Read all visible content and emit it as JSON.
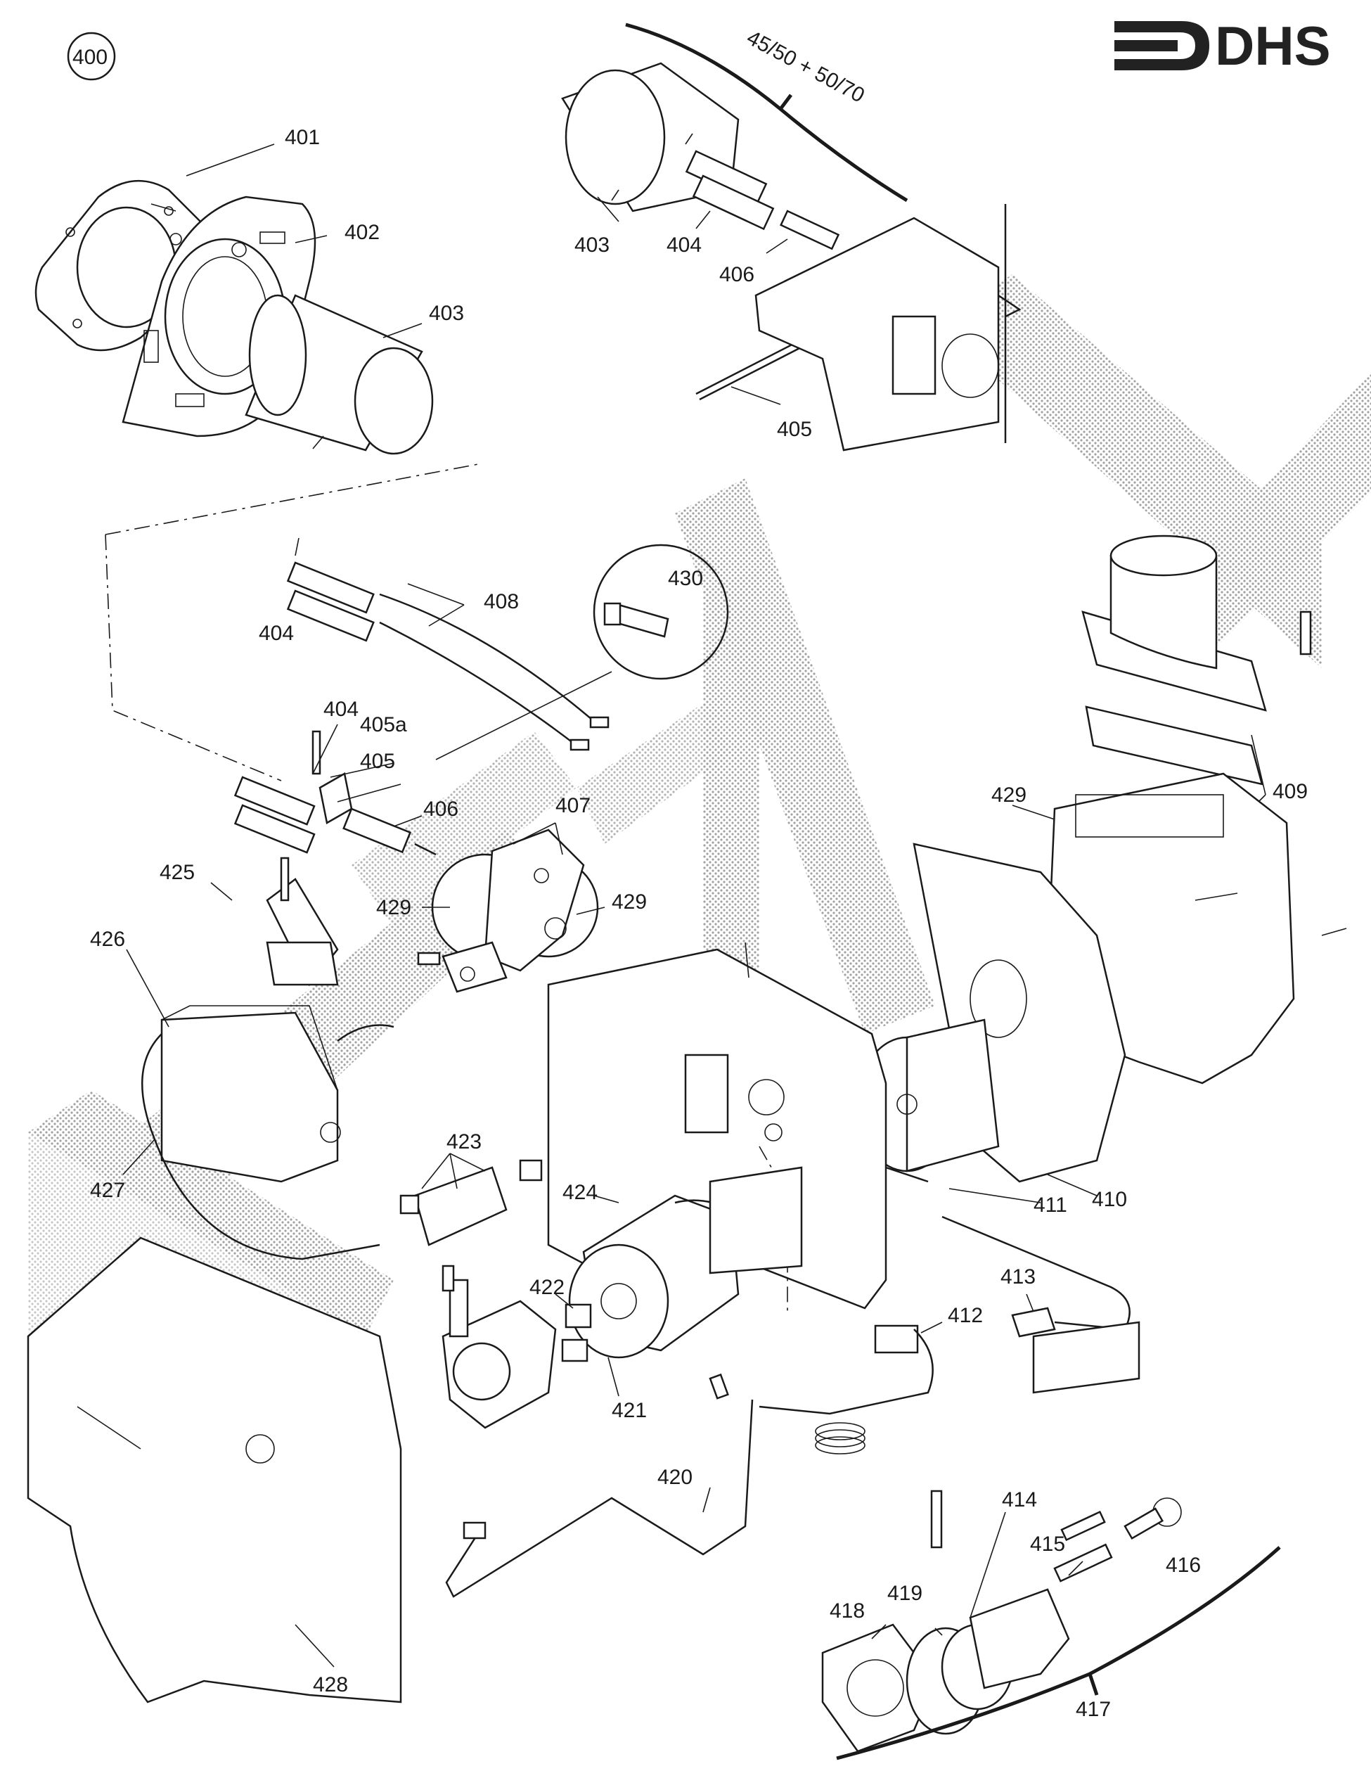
{
  "logo": {
    "text": "DHS"
  },
  "diagram_id": "400",
  "variant_label": "45/50 + 50/70",
  "watermark_color": "#8a8a8a",
  "callouts": {
    "c401": "401",
    "c402": "402",
    "c403a": "403",
    "c403b": "403",
    "c404a": "404",
    "c404b": "404",
    "c404c": "404",
    "c405": "405",
    "c405b": "405",
    "c405a": "405a",
    "c406a": "406",
    "c406b": "406",
    "c407": "407",
    "c408": "408",
    "c409": "409",
    "c410": "410",
    "c411": "411",
    "c412": "412",
    "c413": "413",
    "c414": "414",
    "c415": "415",
    "c416": "416",
    "c417": "417",
    "c418": "418",
    "c419": "419",
    "c420": "420",
    "c421": "421",
    "c422": "422",
    "c423": "423",
    "c424": "424",
    "c425": "425",
    "c426": "426",
    "c427": "427",
    "c428": "428",
    "c429a": "429",
    "c429b": "429",
    "c429c": "429",
    "c430": "430"
  }
}
